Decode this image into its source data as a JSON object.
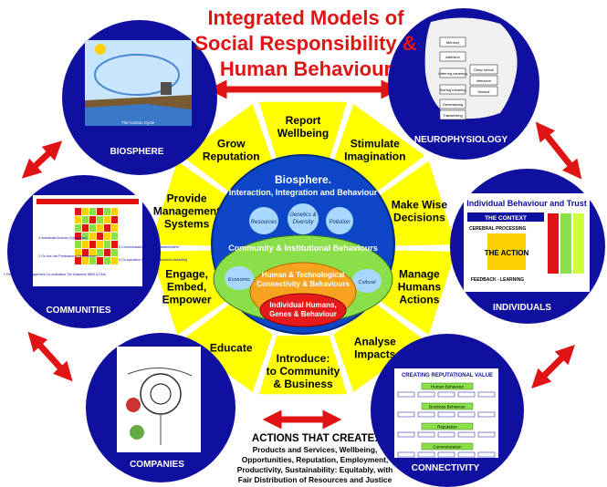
{
  "title": {
    "line1": "Integrated Models of",
    "line2": "Social Responsibility &",
    "line3": "Human Behaviour"
  },
  "center": {
    "header1": "Biosphere.",
    "header2": "Interaction, Integration and Behaviour",
    "left_bubble": "Resources",
    "mid_bubble1": "Genetics &",
    "mid_bubble2": "Diversity",
    "right_bubble": "Pollution",
    "community_label": "Community & Institutional Behaviours",
    "economic_label": "Economic",
    "cultural_label": "Cultural",
    "tech_line1": "Human & Technological",
    "tech_line2": "Connectivity & Behaviours",
    "core_line1": "Individual Humans,",
    "core_line2": "Genes & Behaviour"
  },
  "spokes": [
    {
      "lines": [
        "Report",
        "Wellbeing"
      ]
    },
    {
      "lines": [
        "Stimulate",
        "Imagination"
      ]
    },
    {
      "lines": [
        "Make Wise",
        "Decisions"
      ]
    },
    {
      "lines": [
        "Manage",
        "Humans",
        "Actions"
      ]
    },
    {
      "lines": [
        "Analyse",
        "Impacts"
      ]
    },
    {
      "lines": [
        "Introduce:",
        "to Community",
        "& Business"
      ]
    },
    {
      "lines": [
        "Educate"
      ]
    },
    {
      "lines": [
        "Engage,",
        "Embed,",
        "Empower"
      ]
    },
    {
      "lines": [
        "Provide",
        "Management",
        "Systems"
      ]
    },
    {
      "lines": [
        "Grow",
        "Reputation"
      ]
    }
  ],
  "nodes": {
    "biosphere": {
      "label": "BIOSPHERE",
      "caption": "The Carbon Cycle"
    },
    "neurophysiology": {
      "label": "NEUROPHYSIOLOGY",
      "boxes": [
        "Memory",
        "Attention",
        "Inferring meaning",
        "Storing meaning",
        "Generalizing",
        "Transferring",
        "Deep needs",
        "Inference",
        "Natural"
      ]
    },
    "individuals": {
      "label": "INDIVIDUALS",
      "panel_title": "Individual Behaviour and Trust",
      "context": "THE CONTEXT",
      "processing": "CEREBRAL PROCESSING",
      "action": "THE ACTION",
      "feedback": "FEEDBACK - LEARNING"
    },
    "connectivity": {
      "label": "CONNECTIVITY",
      "panel_title": "CREATING REPUTATIONAL VALUE",
      "band1": "Human Behaviour",
      "band2": "Business Behaviour",
      "band3": "Reputation",
      "band4": "Communication"
    },
    "companies": {
      "label": "COMPANIES"
    },
    "communities": {
      "label": "COMMUNITIES",
      "items": [
        "4 Individuals Actions (Cyberteam)",
        "1 Performance Management Co-ordination The Business WBS & DNA",
        "3 On-line Job Professional Development",
        "5 Communication among all stakeholders",
        "6 Co-operation Community Business Marketing"
      ]
    }
  },
  "actions": {
    "heading": "ACTIONS THAT CREATE:",
    "lines": [
      "Products and Services, Wellbeing,",
      "Opportunities, Reputation, Employment,",
      "Productivity, Sustainability: Equitably, with",
      "Fair Distribution of Resources and Justice"
    ]
  },
  "colors": {
    "title_red": "#e01414",
    "ring_blue": "#1010a0",
    "petal_yellow": "#ffff00",
    "arrow_red": "#e01414",
    "center_blue": "#0d47c8",
    "green": "#8be04a",
    "orange": "#f7a320",
    "core_red": "#e61a1a",
    "bubble": "#a8d8ff"
  }
}
